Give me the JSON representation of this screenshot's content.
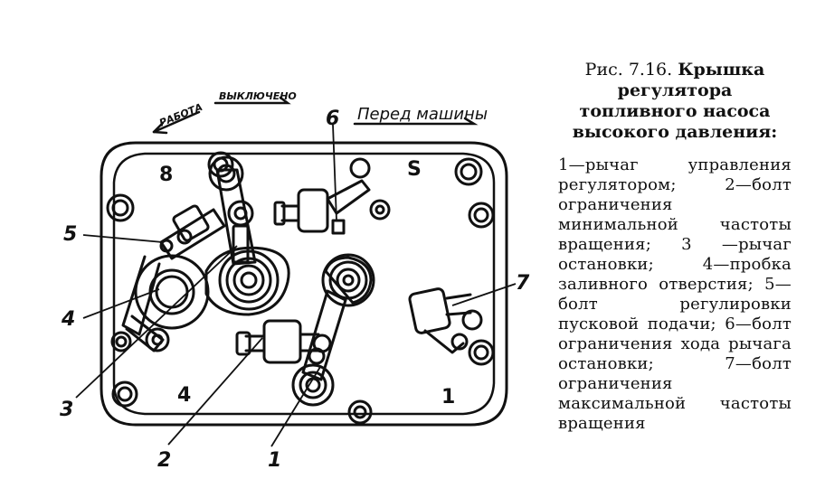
{
  "figure": {
    "direction_labels": {
      "work": "РАБОТА",
      "off": "ВЫКЛЮЧЕНО",
      "front": "Перед машины"
    },
    "cylinder_numbers": [
      "8",
      "S",
      "4",
      "1"
    ],
    "callouts": [
      "1",
      "2",
      "3",
      "4",
      "5",
      "6",
      "7"
    ]
  },
  "caption": {
    "prefix": "Рис. 7.16.",
    "title": "Крышка регулятора топливного насоса высокого давления:",
    "body": "1—рычаг управления регулятором; 2—болт ограничения минимальной частоты вращения; 3 —рычаг остановки; 4—пробка заливного отверстия; 5—болт регулировки пусковой подачи; 6—болт ограничения хода рычага остановки; 7—болт ограничения максимальной частоты вращения"
  }
}
